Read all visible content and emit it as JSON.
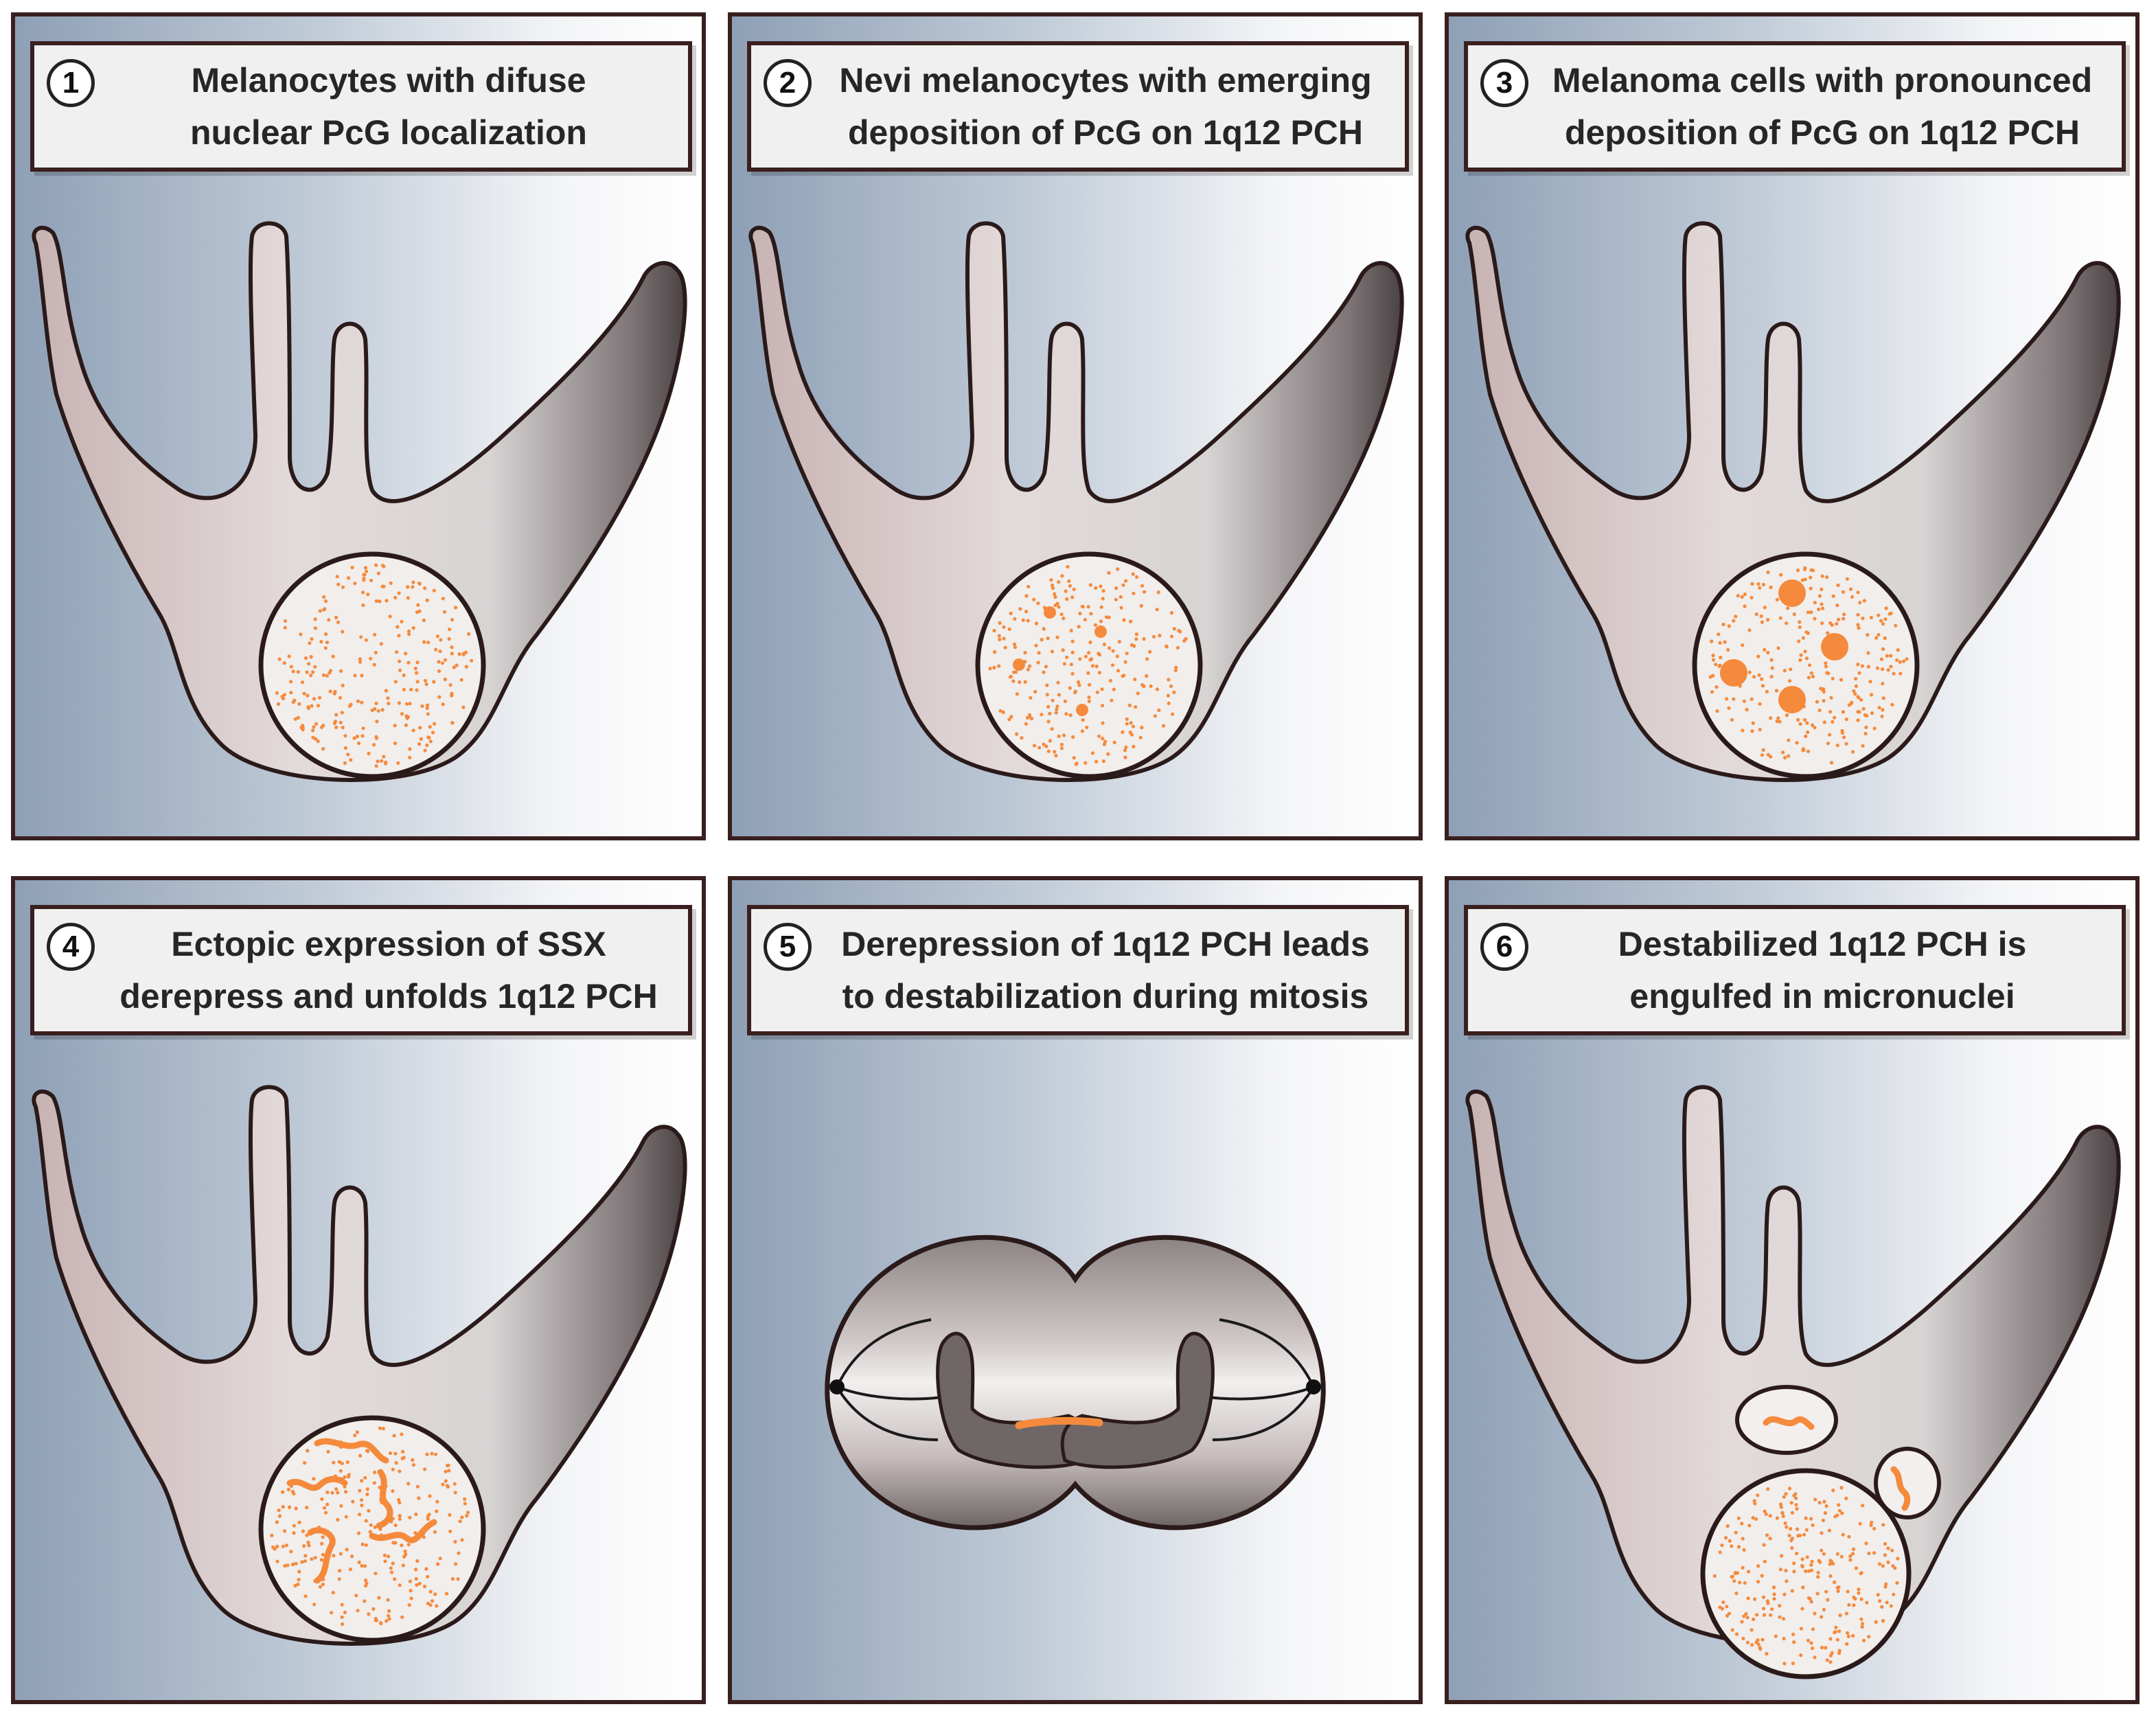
{
  "panels": [
    {
      "number": "1",
      "line1": "Melanocytes with difuse",
      "line2": "nuclear PcG localization"
    },
    {
      "number": "2",
      "line1": "Nevi melanocytes with emerging",
      "line2": "deposition of PcG on 1q12 PCH"
    },
    {
      "number": "3",
      "line1": "Melanoma cells with pronounced",
      "line2": "deposition of PcG on 1q12 PCH"
    },
    {
      "number": "4",
      "line1": "Ectopic expression of SSX",
      "line2": "derepress and unfolds 1q12 PCH"
    },
    {
      "number": "5",
      "line1": "Derepression of 1q12 PCH leads",
      "line2": "to destabilization during mitosis"
    },
    {
      "number": "6",
      "line1": "Destabilized 1q12 PCH is",
      "line2": "engulfed in micronuclei"
    }
  ],
  "colors": {
    "border": "#3a1f1f",
    "pcg_orange": "#f58a3c",
    "cell_body": "#ddd4d3",
    "background_left": "#8ea0b6",
    "background_right": "#ffffff"
  }
}
